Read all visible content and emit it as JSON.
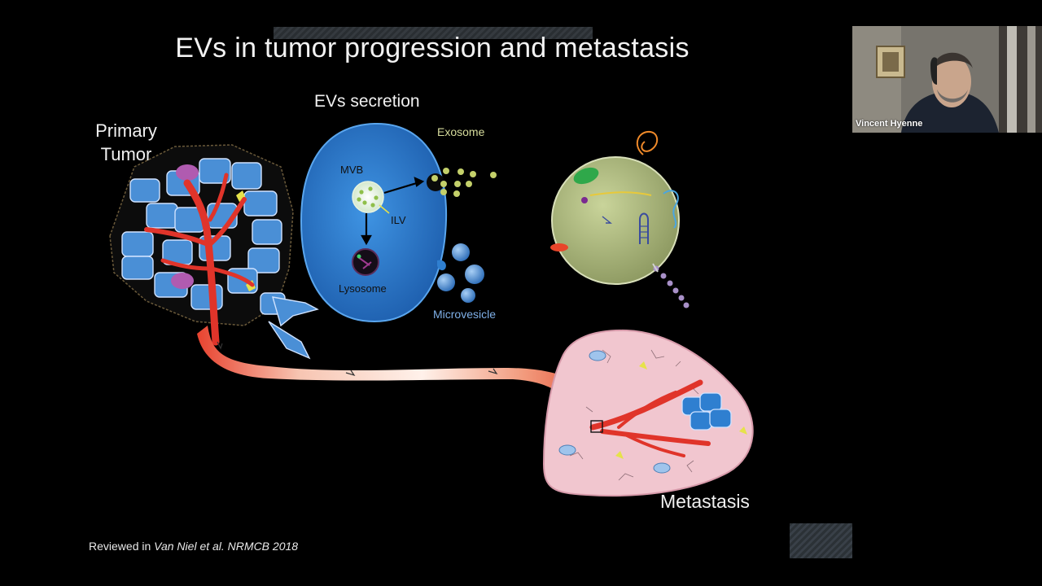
{
  "slide": {
    "title": "EVs in tumor progression and metastasis",
    "primary_tumor_label": "Primary\nTumor",
    "ev_secretion_label": "EVs secretion",
    "exosome_label": "Exosome",
    "microvesicle_label": "Microvesicle",
    "mvb_label": "MVB",
    "ilv_label": "ILV",
    "lysosome_label": "Lysosome",
    "metastasis_label": "Metastasis",
    "citation_prefix": "Reviewed in ",
    "citation_italic": "Van Niel et al. NRMCB 2018"
  },
  "video": {
    "participant_name": "Vincent Hyenne"
  },
  "colors": {
    "background": "#000000",
    "cell_blue": "#2f7fd0",
    "vessel_red": "#e0342a",
    "lung_pink": "#f1c6cf",
    "ev_sphere": "#b9c48a",
    "exosome_dot": "#c4d06a"
  }
}
